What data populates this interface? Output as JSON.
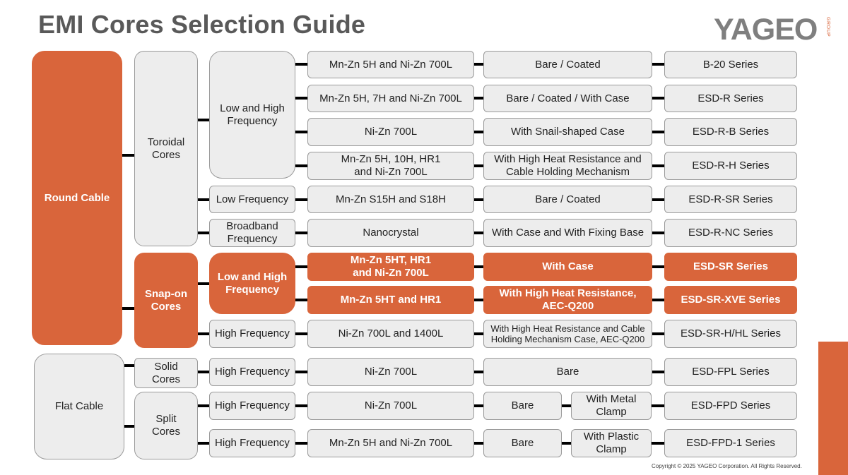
{
  "title": "EMI Cores Selection Guide",
  "logo": {
    "text": "YAGEO",
    "sub": "GROUP"
  },
  "copyright": "Copyright © 2025 YAGEO Corporation. All Rights Reserved.",
  "colors": {
    "accent": "#d9653b",
    "box": "#ededed",
    "border": "#9a9a9a",
    "title": "#595959",
    "connector": "#000000"
  },
  "guide": {
    "cable_types": [
      "Round Cable",
      "Flat Cable"
    ],
    "core_types": [
      "Toroidal\nCores",
      "Snap-on\nCores",
      "Solid\nCores",
      "Split\nCores"
    ],
    "frequencies": [
      "Low and High\nFrequency",
      "Low Frequency",
      "Broadband\nFrequency",
      "Low and High\nFrequency",
      "High Frequency",
      "High Frequency",
      "High Frequency",
      "High Frequency"
    ],
    "materials": [
      "Mn-Zn 5H and Ni-Zn 700L",
      "Mn-Zn 5H, 7H and Ni-Zn 700L",
      "Ni-Zn 700L",
      "Mn-Zn 5H, 10H, HR1\nand Ni-Zn 700L",
      "Mn-Zn S15H and S18H",
      "Nanocrystal",
      "Mn-Zn 5HT, HR1\nand Ni-Zn 700L",
      "Mn-Zn 5HT and HR1",
      "Ni-Zn 700L and 1400L",
      "Ni-Zn 700L",
      "Ni-Zn 700L",
      "Mn-Zn 5H and Ni-Zn 700L"
    ],
    "structures": [
      "Bare / Coated",
      "Bare / Coated / With Case",
      "With Snail-shaped Case",
      "With High Heat Resistance and\nCable Holding Mechanism",
      "Bare / Coated",
      "With Case and With Fixing Base",
      "With Case",
      "With High Heat Resistance,\nAEC-Q200",
      "With High Heat Resistance and Cable\nHolding Mechanism Case, AEC-Q200",
      "Bare",
      "Bare",
      "Bare"
    ],
    "clamps": [
      "With Metal\nClamp",
      "With Plastic\nClamp"
    ],
    "series": [
      "B-20 Series",
      "ESD-R Series",
      "ESD-R-B Series",
      "ESD-R-H Series",
      "ESD-R-SR Series",
      "ESD-R-NC Series",
      "ESD-SR Series",
      "ESD-SR-XVE Series",
      "ESD-SR-H/HL Series",
      "ESD-FPL Series",
      "ESD-FPD Series",
      "ESD-FPD-1 Series"
    ]
  }
}
